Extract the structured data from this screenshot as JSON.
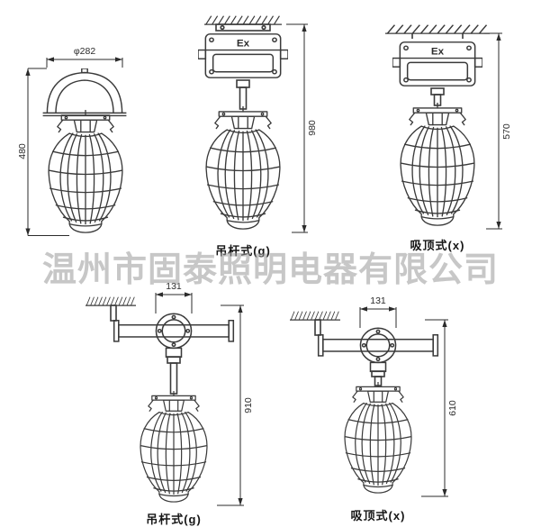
{
  "watermark": "温州市固泰照明电器有限公司",
  "ex_label": "Ex",
  "fig1": {
    "dim_diameter": "φ282",
    "dim_height": "480"
  },
  "fig2": {
    "caption": "吊杆式(g)",
    "dim_height": "980"
  },
  "fig3": {
    "caption": "吸顶式(x)",
    "dim_height": "570"
  },
  "fig4": {
    "caption": "吊杆式(g)",
    "dim_width": "131",
    "dim_height": "910"
  },
  "fig5": {
    "caption": "吸顶式(x)",
    "dim_width": "131",
    "dim_height": "610"
  }
}
